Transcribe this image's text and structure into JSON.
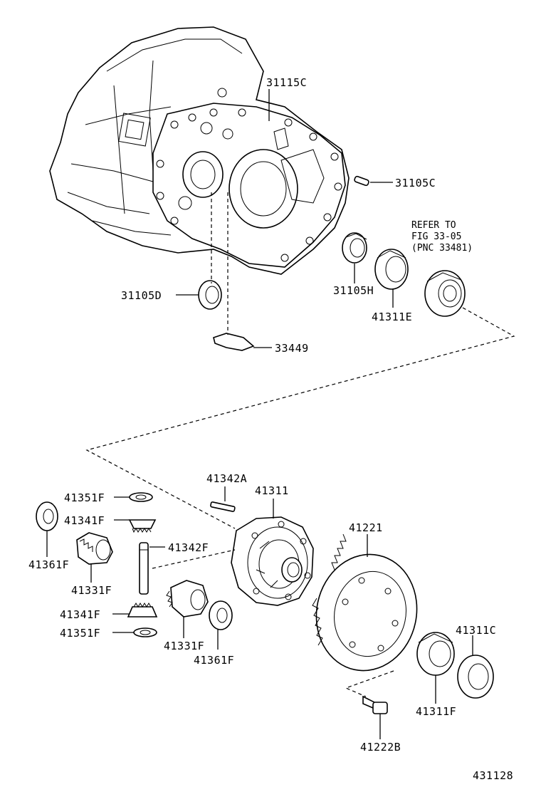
{
  "labels": {
    "l31115C": "31115C",
    "l31105C": "31105C",
    "l31105D": "31105D",
    "l31105H": "31105H",
    "l41311E": "41311E",
    "l33449": "33449",
    "l41342A": "41342A",
    "l41311": "41311",
    "l41351F_top": "41351F",
    "l41341F_top": "41341F",
    "l41342F": "41342F",
    "l41361F_left": "41361F",
    "l41331F_left": "41331F",
    "l41341F_bot": "41341F",
    "l41351F_bot": "41351F",
    "l41331F_mid": "41331F",
    "l41361F_mid": "41361F",
    "l41221": "41221",
    "l41311C": "41311C",
    "l41311F": "41311F",
    "l41222B": "41222B"
  },
  "refer_note": {
    "line1": "REFER TO",
    "line2": "FIG 33-05",
    "line3": "(PNC 33481)"
  },
  "figure_number": "431128"
}
